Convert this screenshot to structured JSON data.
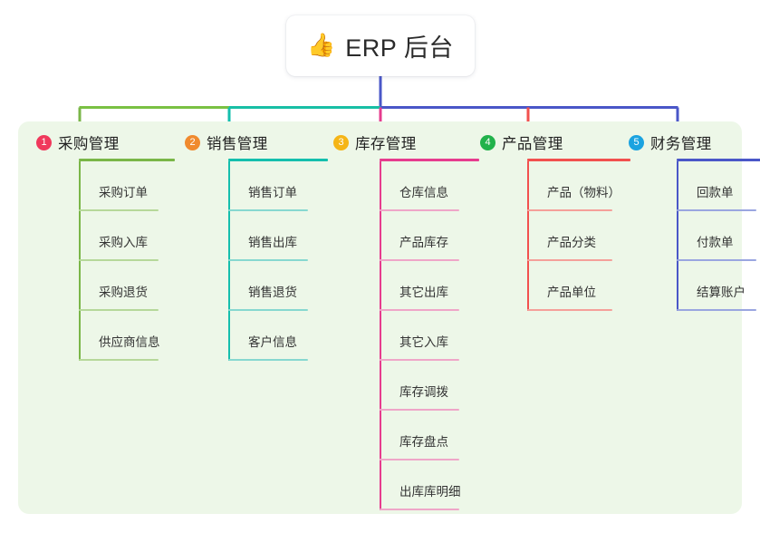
{
  "diagram": {
    "type": "mind-map",
    "background_color": "#ffffff",
    "panel_color": "#edf7e8",
    "root": {
      "icon": "thumbs-up-icon",
      "icon_glyph": "👍",
      "title": "ERP 后台"
    },
    "bus": {
      "segment_colors": [
        "#7ac143",
        "#18bfa5",
        "#4a57c8"
      ],
      "stem_color": "#4a57c8"
    },
    "columns": [
      {
        "index": "1",
        "title": "采购管理",
        "badge_color": "#f0395c",
        "line_color": "#7ab648",
        "item_line_color": "#b6d89a",
        "drop_color": "#7ab648",
        "items": [
          "采购订单",
          "采购入库",
          "采购退货",
          "供应商信息"
        ]
      },
      {
        "index": "2",
        "title": "销售管理",
        "badge_color": "#f08a2e",
        "line_color": "#14bfad",
        "item_line_color": "#87d8d0",
        "drop_color": "#14bfad",
        "items": [
          "销售订单",
          "销售出库",
          "销售退货",
          "客户信息"
        ]
      },
      {
        "index": "3",
        "title": "库存管理",
        "badge_color": "#f5b516",
        "line_color": "#e63c8e",
        "item_line_color": "#efa6c8",
        "drop_color": "#e63c8e",
        "items": [
          "仓库信息",
          "产品库存",
          "其它出库",
          "其它入库",
          "库存调拨",
          "库存盘点",
          "出库库明细"
        ]
      },
      {
        "index": "4",
        "title": "产品管理",
        "badge_color": "#21b24b",
        "line_color": "#f2504e",
        "item_line_color": "#f5a09a",
        "drop_color": "#f2504e",
        "items": [
          "产品（物料）",
          "产品分类",
          "产品单位"
        ]
      },
      {
        "index": "5",
        "title": "财务管理",
        "badge_color": "#1ba3e0",
        "line_color": "#4a57c8",
        "item_line_color": "#9aa6e0",
        "drop_color": "#4a57c8",
        "items": [
          "回款单",
          "付款单",
          "结算账户"
        ]
      }
    ]
  }
}
